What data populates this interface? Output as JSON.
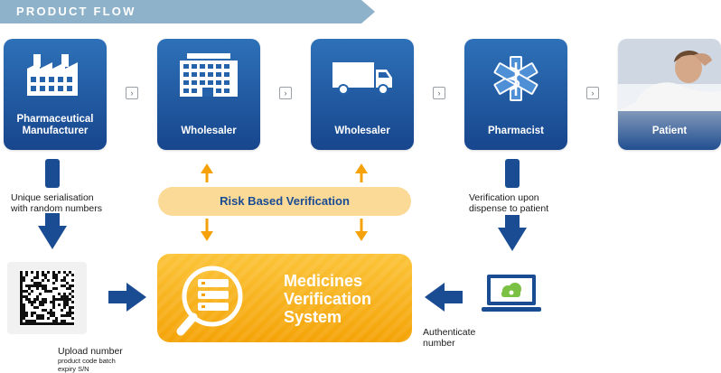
{
  "banner": {
    "title": "PRODUCT FLOW"
  },
  "cards": [
    {
      "label": "Pharmaceutical\nManufacturer",
      "icon": "factory-icon"
    },
    {
      "label": "Wholesaler",
      "icon": "building-icon"
    },
    {
      "label": "Wholesaler",
      "icon": "truck-icon"
    },
    {
      "label": "Pharmacist",
      "icon": "medical-star-icon"
    },
    {
      "label": "Patient",
      "icon": "patient-photo"
    }
  ],
  "chevron": "›",
  "notes": {
    "serialisation": "Unique serialisation\nwith random numbers",
    "verification_upon_dispense": "Verification upon\ndispense to patient",
    "upload_number": "Upload number",
    "upload_details": "product code batch\nexpiry S/N",
    "authenticate": "Authenticate\nnumber"
  },
  "risk_based_verification": "Risk Based Verification",
  "mvs": {
    "title": "Medicines\nVerification\nSystem",
    "icon": "magnifier-server-icon"
  },
  "colors": {
    "navy": "#1a4c94",
    "orange": "#f5a20a",
    "light_orange": "#fbd996",
    "banner": "#8fb2cb"
  }
}
